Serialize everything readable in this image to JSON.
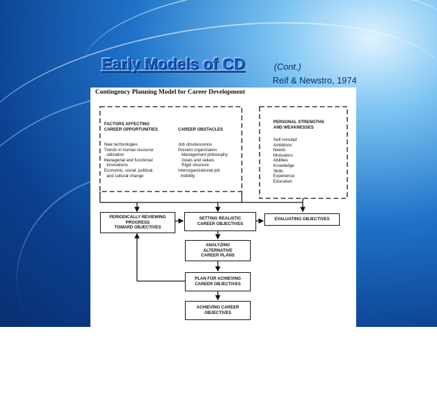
{
  "slide": {
    "title": "Early Models of CD",
    "title_suffix": "(Cont.)",
    "citation": "Reif & Newstro, 1974"
  },
  "figure": {
    "caption": "Contingency Planning Model for Career Development",
    "factors_heading": "FACTORS AFFECTING\nCAREER OPPORTUNITIES",
    "factors_list": "New technologies\nTrends in human resource\n  utilization\nManagerial and functional\n  innovations\nEconomic, social, political,\n  and cultural change",
    "obstacles_heading": "CAREER OBSTACLES",
    "obstacles_list": "Job obsolescence\nPresent organization\n   Management philosophy\n   Goals and values\n   Rigid structure\nInterorganizational job\n  mobility",
    "strengths_heading": "PERSONAL STRENGTHS\nAND WEAKNESSES",
    "strengths_list": "Self-concept\nAmbitions\nNeeds\nMotivators\nAbilities\nKnowledge\nSkills\nExperience\nEducation",
    "boxes": {
      "reviewing": "PERIODICALLY REVIEWING\nPROGRESS\nTOWARD OBJECTIVES",
      "setting": "SETTING REALISTIC\nCAREER OBJECTIVES",
      "evaluating": "EVALUATING OBJECTIVES",
      "analyzing": "ANALYZING\nALTERNATIVE\nCAREER PLANS",
      "planning": "PLAN FOR ACHIEVING\nCAREER OBJECTIVES",
      "achieving": "ACHIEVING CAREER\nOBJECTIVES"
    }
  },
  "colors": {
    "title": "#1a5fc8",
    "background_dark": "#0b3f8e",
    "background_light": "#7cc4f2"
  }
}
